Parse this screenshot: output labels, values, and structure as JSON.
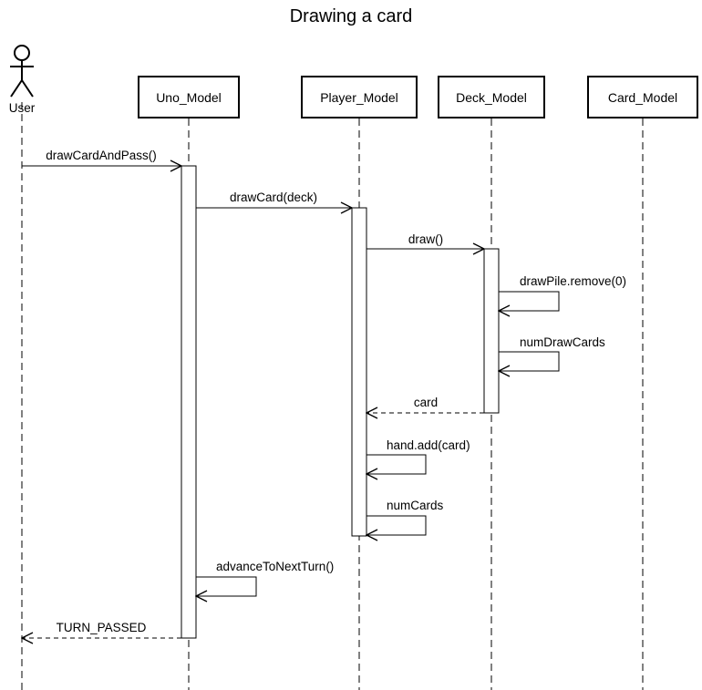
{
  "diagram": {
    "title": "Drawing a card",
    "actor": {
      "label": "User"
    },
    "participants": [
      {
        "id": "uno",
        "label": "Uno_Model"
      },
      {
        "id": "player",
        "label": "Player_Model"
      },
      {
        "id": "deck",
        "label": "Deck_Model"
      },
      {
        "id": "card",
        "label": "Card_Model"
      }
    ],
    "messages": [
      {
        "id": "m1",
        "from": "user",
        "to": "uno",
        "label": "drawCardAndPass()",
        "kind": "call"
      },
      {
        "id": "m2",
        "from": "uno",
        "to": "player",
        "label": "drawCard(deck)",
        "kind": "call"
      },
      {
        "id": "m3",
        "from": "player",
        "to": "deck",
        "label": "draw()",
        "kind": "call"
      },
      {
        "id": "m4",
        "from": "deck",
        "to": "deck",
        "label": "drawPile.remove(0)",
        "kind": "self"
      },
      {
        "id": "m5",
        "from": "deck",
        "to": "deck",
        "label": "numDrawCards",
        "kind": "self"
      },
      {
        "id": "m6",
        "from": "deck",
        "to": "player",
        "label": "card",
        "kind": "return"
      },
      {
        "id": "m7",
        "from": "player",
        "to": "player",
        "label": "hand.add(card)",
        "kind": "self"
      },
      {
        "id": "m8",
        "from": "player",
        "to": "player",
        "label": "numCards",
        "kind": "self"
      },
      {
        "id": "m9",
        "from": "uno",
        "to": "uno",
        "label": "advanceToNextTurn()",
        "kind": "self"
      },
      {
        "id": "m10",
        "from": "uno",
        "to": "user",
        "label": "TURN_PASSED",
        "kind": "return"
      }
    ]
  }
}
